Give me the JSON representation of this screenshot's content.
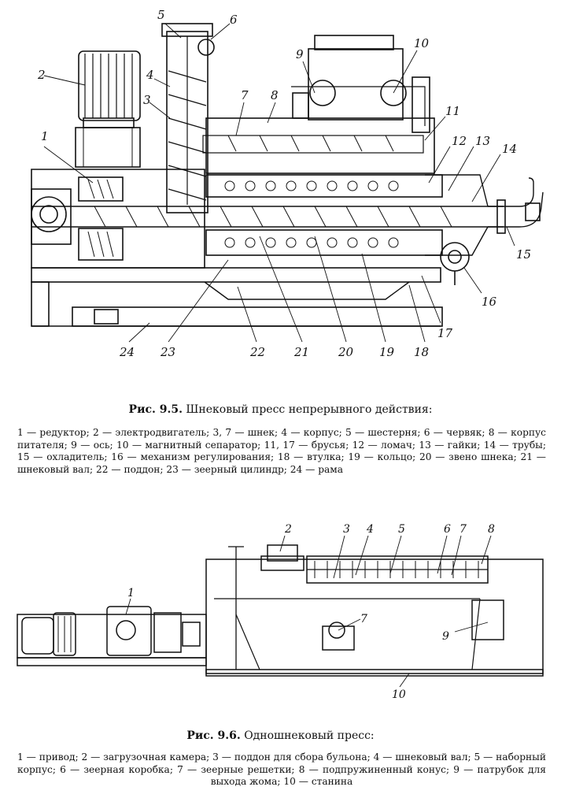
{
  "figure1": {
    "caption_label": "Рис. 9.5.",
    "caption_text": "Шнековый пресс непрерывного действия:",
    "legend": "1 — редуктор; 2 — электродвигатель; 3, 7 — шнек; 4 — корпус; 5 — шестерня; 6 — червяк; 8 — корпус питателя; 9 — ось; 10 — магнитный сепаратор; 11, 17 — брусья; 12 — ломач; 13 — гайки; 14 — трубы; 15 — охладитель; 16 — механизм регулирования; 18 — втулка; 19 — кольцо; 20 — звено шнека; 21 — шнековый вал; 22 — поддон; 23 — зеерный цилиндр; 24 — рама",
    "callouts": [
      "1",
      "2",
      "3",
      "4",
      "5",
      "6",
      "7",
      "8",
      "9",
      "10",
      "11",
      "12",
      "13",
      "14",
      "15",
      "16",
      "17",
      "18",
      "19",
      "20",
      "21",
      "22",
      "23",
      "24"
    ]
  },
  "figure2": {
    "caption_label": "Рис. 9.6.",
    "caption_text": "Одношнековый пресс:",
    "legend": "1 — привод; 2 — загрузочная камера; 3 — поддон для сбора бульона; 4 — шнековый вал; 5 — наборный корпус; 6 — зеерная коробка; 7 — зеерные решетки; 8 — подпружиненный конус; 9 — патрубок для выхода жома; 10 — станина",
    "callouts": [
      "1",
      "2",
      "3",
      "4",
      "5",
      "6",
      "7",
      "8",
      "9",
      "10"
    ]
  }
}
